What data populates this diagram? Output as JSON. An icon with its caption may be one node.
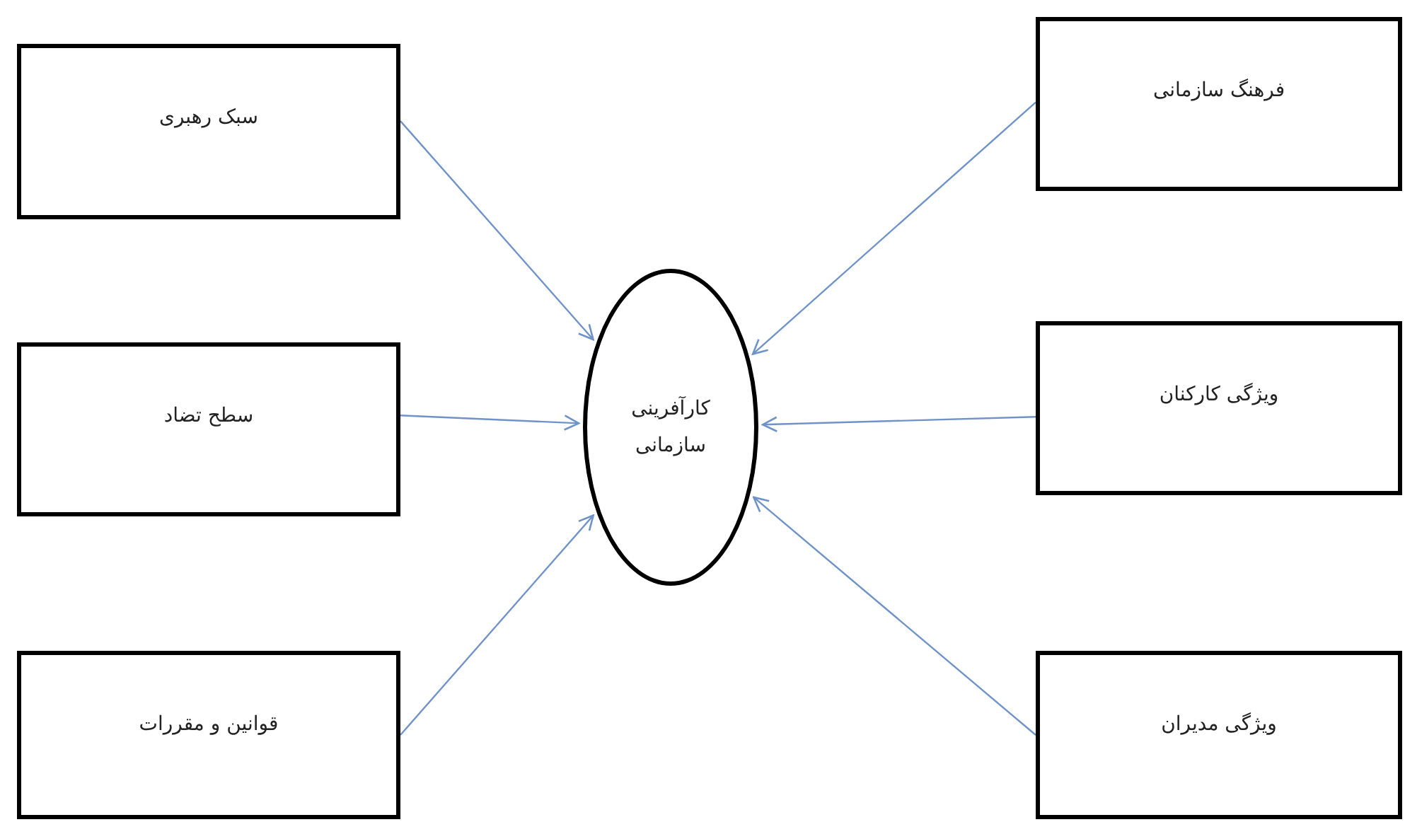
{
  "diagram": {
    "nodes": [
      {
        "text": [
          "سبک رهبری"
        ]
      },
      {
        "text": [
          "فرهنگ سازمانی"
        ]
      },
      {
        "text": [
          "سطح تضاد"
        ]
      },
      {
        "text": [
          "کارآفرینی سازمانی"
        ]
      },
      {
        "text": [
          "ویژگی کارکنان"
        ]
      },
      {
        "text": [
          "قوانین و مقررات"
        ]
      },
      {
        "text": [
          "ویژگی مدیران"
        ]
      }
    ],
    "edges": [
      {
        "from": 0,
        "to": 3,
        "arrow": "to"
      },
      {
        "from": 1,
        "to": 3,
        "arrow": "to"
      },
      {
        "from": 2,
        "to": 3,
        "arrow": "to"
      },
      {
        "from": 4,
        "to": 3,
        "arrow": "to"
      },
      {
        "from": 5,
        "to": 3,
        "arrow": "to"
      },
      {
        "from": 6,
        "to": 3,
        "arrow": "to"
      }
    ]
  }
}
